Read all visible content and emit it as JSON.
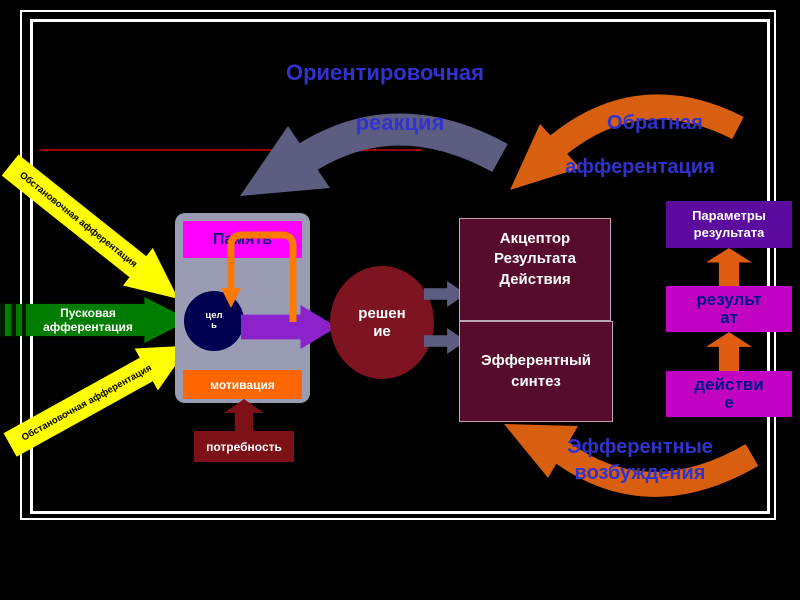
{
  "title": {
    "line1": "Ориентировочная",
    "line2": "реакция"
  },
  "feedback": {
    "line1": "Обратная",
    "line2": "афферентация"
  },
  "efferent": {
    "line1": "Эфферентные",
    "line2": "возбуждения"
  },
  "arrows": {
    "situational_top": "Обстановочная афферентация",
    "situational_bottom": "Обстановочная афферентация",
    "trigger": "Пусковая афферентация"
  },
  "blocks": {
    "memory": "Память",
    "goal": "цель",
    "motivation": "мотивация",
    "need": "потребность",
    "decision": "решение",
    "acceptor": "Акцептор Результата Действия",
    "efferent_synthesis": "Эфферентный синтез",
    "result_parameters": "Параметры результата",
    "result": "результат",
    "action": "действие"
  },
  "colors": {
    "title_blue": "#3232cd",
    "memory_magenta": "#ff00ff",
    "motivation_orange": "#ff6600",
    "situational_yellow": "#ffff00",
    "trigger_green": "#007c00",
    "need_dark_red": "#7d1118",
    "decision_dark_red": "#7e1322",
    "acceptor_maroon": "#570c2e",
    "parameters_purple": "#5c0b9e",
    "result_magenta": "#c303c3",
    "arrow_orange": "#e05c10",
    "swoosh_gray": "#5d5d82",
    "goal_navy": "#000050",
    "decision_arrow_purple": "#8b22cc"
  }
}
